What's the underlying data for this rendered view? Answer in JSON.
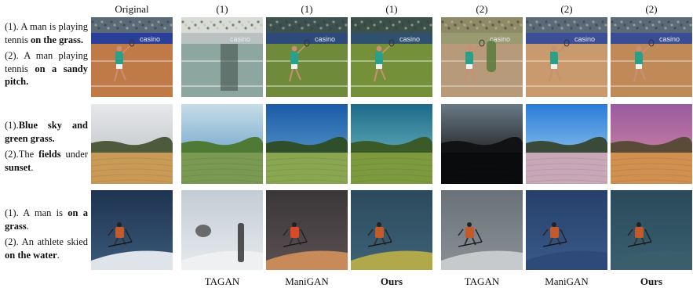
{
  "header": {
    "original": "Original",
    "group1": "(1)",
    "group2": "(2)"
  },
  "rows": [
    {
      "subject": "tennis",
      "text1": {
        "prefix": "(1). A man is playing tennis ",
        "emph": "on the grass.",
        "suffix": ""
      },
      "text2": {
        "prefix": "(2). A man playing tennis ",
        "emph": "on a sandy pitch.",
        "suffix": ""
      }
    },
    {
      "subject": "landscape",
      "text1": {
        "prefix": "(1).",
        "emph": "Blue sky and green grass.",
        "suffix": ""
      },
      "text2": {
        "prefix": "(2).The ",
        "emph": "fields",
        "mid": " under ",
        "emph2": "sunset",
        "suffix": "."
      }
    },
    {
      "subject": "skier",
      "text1": {
        "prefix": "(1). A man is ",
        "emph": "on a grass",
        "suffix": "."
      },
      "text2": {
        "prefix": "(2). An athlete skied ",
        "emph": "on the water",
        "suffix": "."
      }
    }
  ],
  "columns": [
    {
      "method": "TAGAN",
      "bold": false
    },
    {
      "method": "ManiGAN",
      "bold": false
    },
    {
      "method": "Ours",
      "bold": true
    },
    {
      "method": "TAGAN",
      "bold": false
    },
    {
      "method": "ManiGAN",
      "bold": false
    },
    {
      "method": "Ours",
      "bold": true
    }
  ],
  "tennis_banner_text": "casino"
}
